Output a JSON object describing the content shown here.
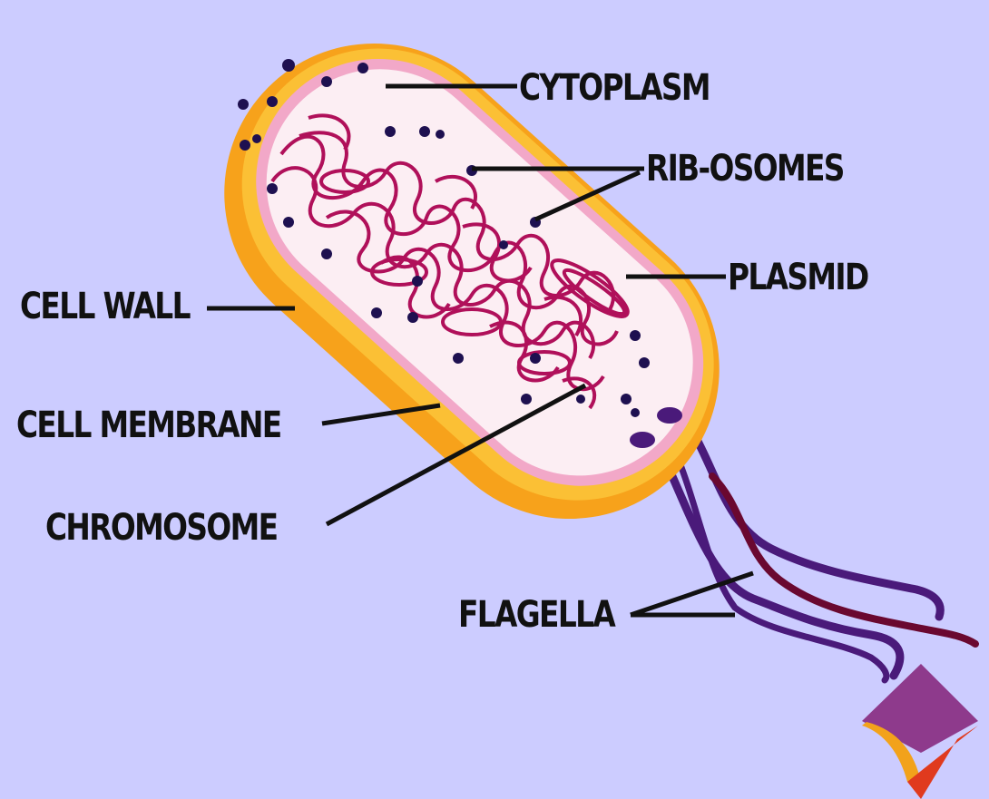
{
  "diagram": {
    "labels": {
      "cytoplasm": "CYTOPLASM",
      "ribosomes": "RIB-OSOMES",
      "plasmid": "PLASMID",
      "cell_wall": "CELL WALL",
      "cell_membrane": "CELL MEMBRANE",
      "chromosome": "CHROMOSOME",
      "flagella": "FLAGELLA"
    },
    "colors": {
      "background": "#CCCCFF",
      "cell_wall": "#F7A21B",
      "cell_wall_highlight": "#FFD84A",
      "membrane": "#F2A8C8",
      "cytoplasm": "#FCEEF3",
      "chromosome": "#B0105A",
      "ribosome": "#1E1050",
      "flagella": "#4A1A7A",
      "flagella_dark": "#6A0830",
      "logo_purple": "#8E3A8C",
      "logo_orange": "#F2A21B",
      "logo_red": "#E03A1E"
    },
    "logo_icon": "kite-logo-icon"
  }
}
